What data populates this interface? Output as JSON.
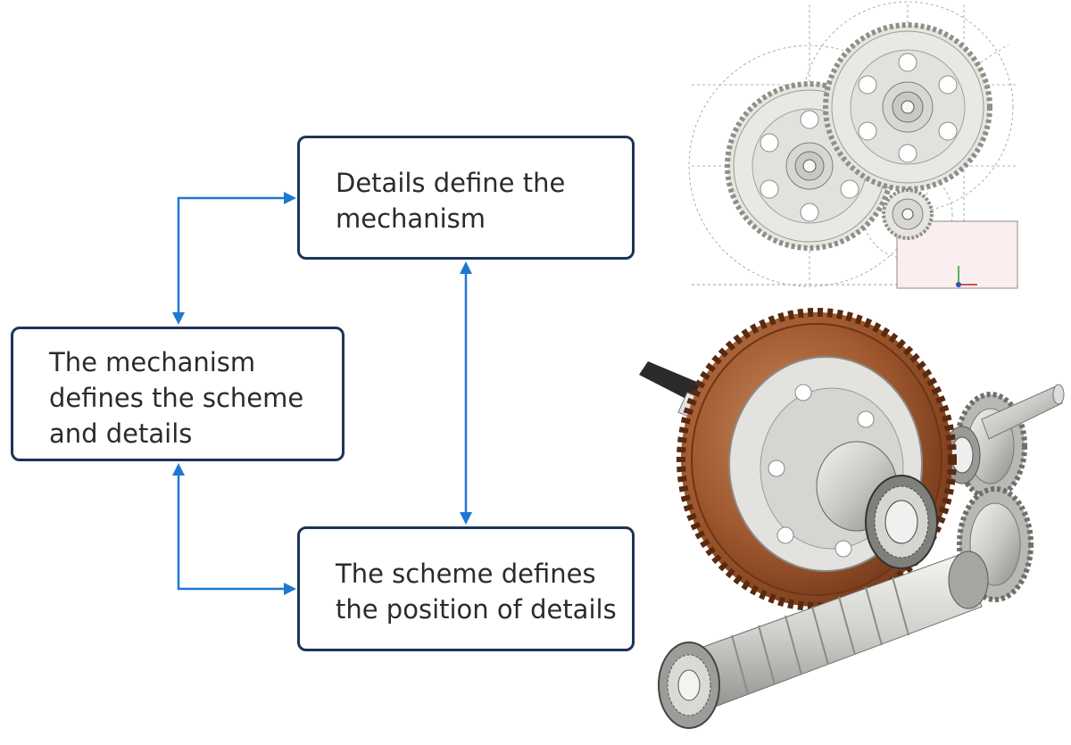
{
  "boxes": {
    "details": {
      "lines": [
        "Details define the",
        "mechanism"
      ]
    },
    "mechanism": {
      "lines": [
        "The mechanism",
        "defines the scheme",
        "and details"
      ]
    },
    "scheme": {
      "lines": [
        "The scheme defines",
        "the position of details"
      ]
    }
  },
  "colors": {
    "box_border": "#1b3556",
    "arrow": "#1e78d2",
    "text": "#2b2b2b",
    "gear_bronze": "#a0582f",
    "gear_steel": "#c9c9c6",
    "sketch_gear": "#e6e5e0"
  },
  "illustrations": {
    "top_right": "gear-sketch-drawing",
    "bottom_right": "worm-gearbox-3d-render"
  }
}
